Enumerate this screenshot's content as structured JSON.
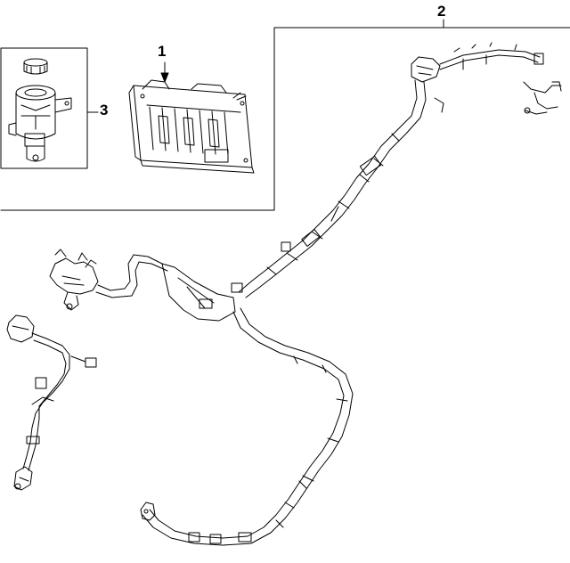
{
  "callouts": {
    "part_1": "1",
    "part_2": "2",
    "part_3": "3"
  },
  "colors": {
    "ink": "#000000",
    "background": "#ffffff"
  }
}
